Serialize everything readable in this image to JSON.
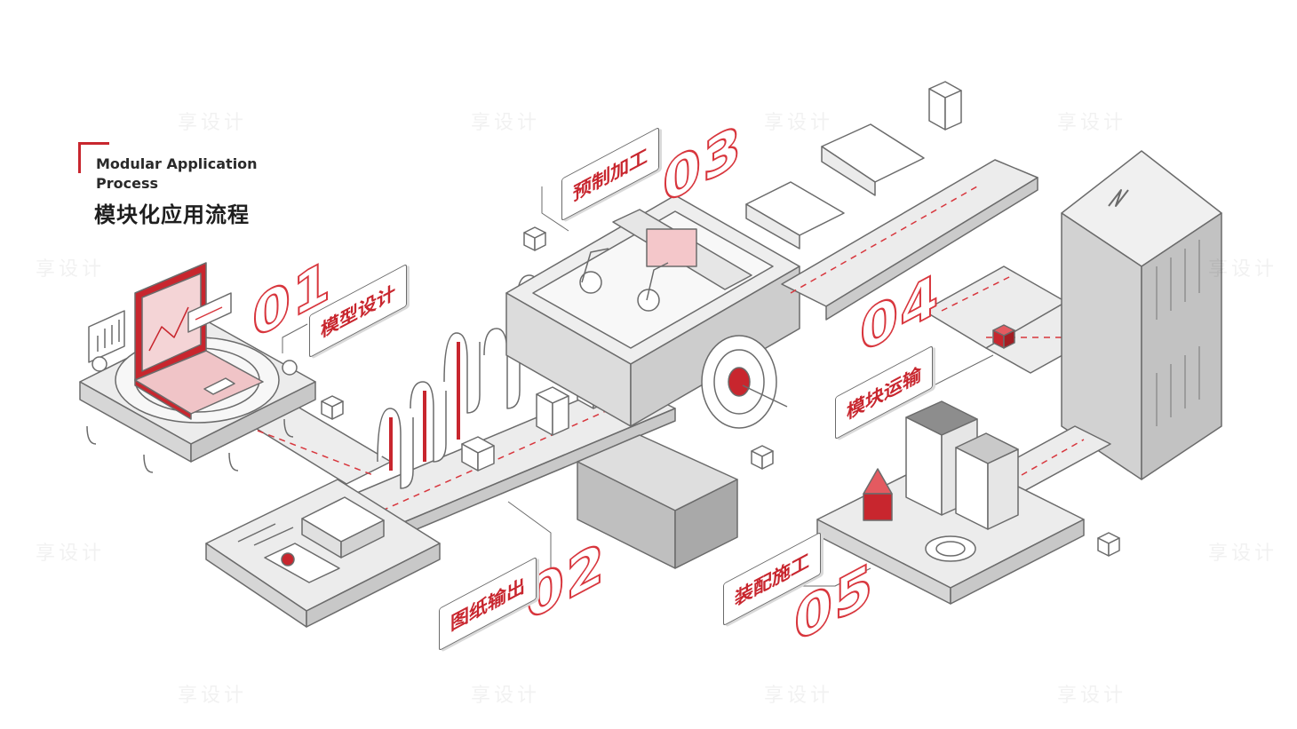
{
  "title": {
    "english": "Modular Application Process",
    "chinese": "模块化应用流程"
  },
  "steps": [
    {
      "number": "01",
      "label": "模型设计"
    },
    {
      "number": "02",
      "label": "图纸输出"
    },
    {
      "number": "03",
      "label": "预制加工"
    },
    {
      "number": "04",
      "label": "模块运输"
    },
    {
      "number": "05",
      "label": "装配施工"
    }
  ],
  "watermark": "享设计",
  "colors": {
    "accent": "#c8262e",
    "platform": "#e8e8e8",
    "outline": "#6b6b6b"
  }
}
